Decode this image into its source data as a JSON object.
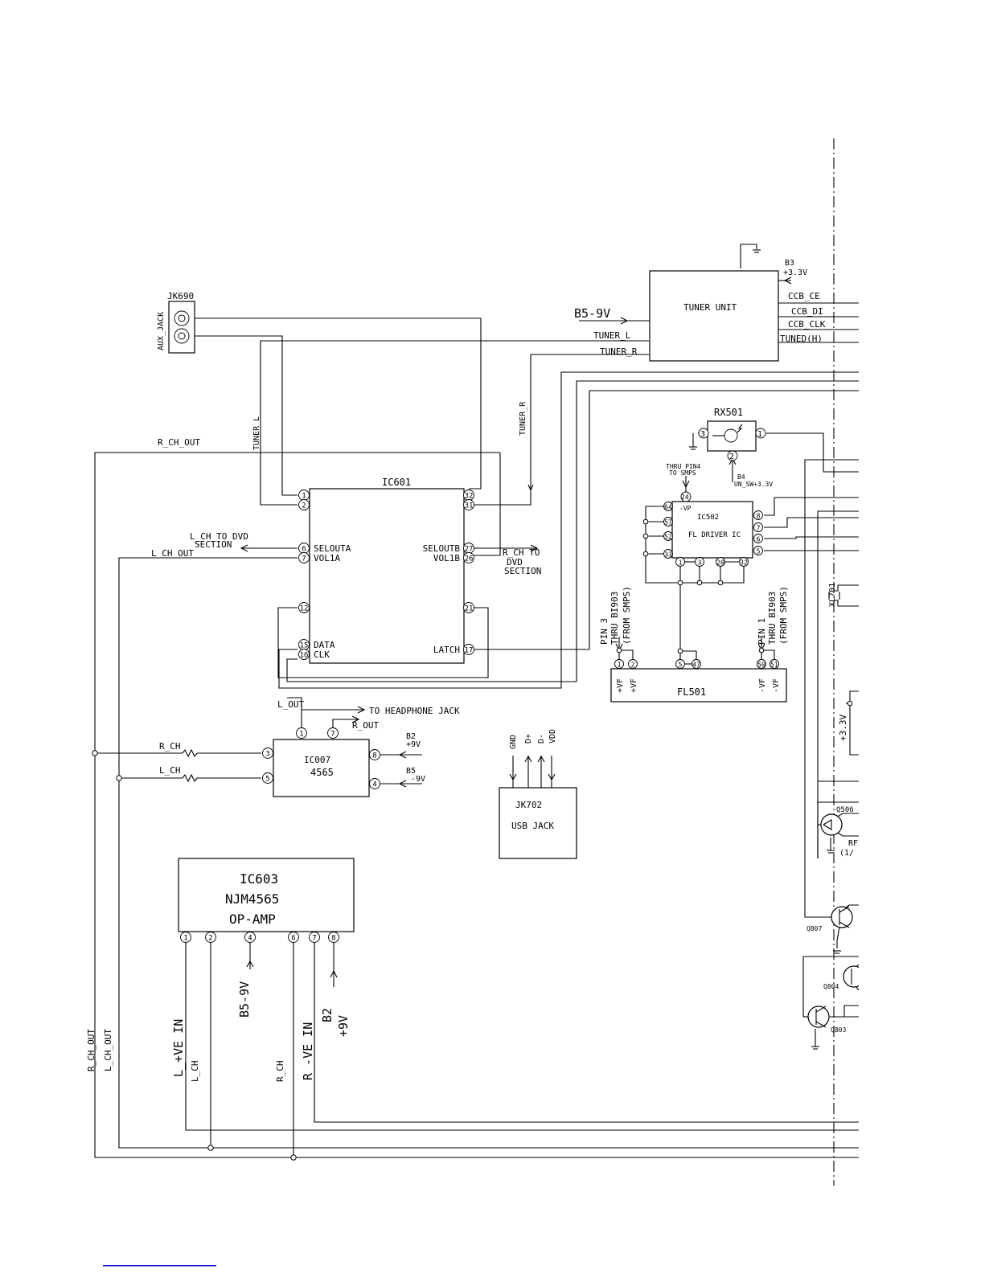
{
  "components": {
    "jk690": {
      "ref": "JK690",
      "side": "AUX_JACK"
    },
    "tuner": {
      "name": "TUNER UNIT",
      "supply_ref": "B3",
      "supply": "+3.3V",
      "input": "B5-9V",
      "signals": [
        "CCB_CE",
        "CCB_DI",
        "CCB_CLK",
        "TUNED(H)"
      ],
      "out_l": "TUNER_L",
      "out_r": "TUNER_R"
    },
    "rx501": {
      "ref": "RX501",
      "pins": [
        "3",
        "2",
        "1"
      ],
      "supply_ref": "B4",
      "supply": "UN_SW+3.3V"
    },
    "ic601": {
      "ref": "IC601",
      "left_pins": [
        {
          "n": "1",
          "label": ""
        },
        {
          "n": "2",
          "label": ""
        },
        {
          "n": "6",
          "label": "SELOUTA"
        },
        {
          "n": "7",
          "label": "VOL1A"
        },
        {
          "n": "12",
          "label": ""
        },
        {
          "n": "15",
          "label": "DATA"
        },
        {
          "n": "16",
          "label": "CLK"
        }
      ],
      "right_pins": [
        {
          "n": "32",
          "label": ""
        },
        {
          "n": "31",
          "label": ""
        },
        {
          "n": "27",
          "label": "SELOUTB"
        },
        {
          "n": "26",
          "label": "VOL1B"
        },
        {
          "n": "21",
          "label": ""
        },
        {
          "n": "17",
          "label": "LATCH"
        }
      ]
    },
    "ic502": {
      "ref": "IC502",
      "name": "FL DRIVER IC",
      "vp": "-VP",
      "thru": "THRU PIN4",
      "thru2": "TO SMPS",
      "top_pin": "24",
      "left_pins": [
        "64",
        "57",
        "52",
        "33"
      ],
      "right_pins": [
        "8",
        "7",
        "6",
        "5"
      ],
      "bottom_pins": [
        "1",
        "3",
        "20",
        "32"
      ]
    },
    "fl501": {
      "ref": "FL501",
      "pins": [
        "1",
        "2",
        "5",
        "47",
        "50",
        "51"
      ],
      "left": [
        "+VF",
        "+VF"
      ],
      "right": [
        "-VF",
        "-VF"
      ],
      "note_left": [
        "PIN 3",
        "THRU BI903",
        "(FROM SMPS)"
      ],
      "note_right": [
        "PIN 1",
        "THRU BI903",
        "(FROM SMPS)"
      ]
    },
    "ic007": {
      "ref": "IC007",
      "part": "4565",
      "pins": [
        "1",
        "7",
        "3",
        "5",
        "8",
        "4"
      ],
      "b2_ref": "B2",
      "b2": "+9V",
      "b5_ref": "B5",
      "b5": "-9V"
    },
    "jk702": {
      "ref": "JK702",
      "name": "USB JACK",
      "pins": [
        "GND",
        "D+",
        "D-",
        "VDD"
      ]
    },
    "ic603": {
      "ref": "IC603",
      "part": "NJM4565",
      "function": "OP-AMP",
      "pins": [
        "1",
        "2",
        "4",
        "6",
        "7",
        "8"
      ]
    },
    "xl701": {
      "ref": "XL701"
    },
    "transistors": [
      "Q506",
      "Q807",
      "Q804",
      "Q803"
    ],
    "cut_labels": [
      "RF",
      "(1/"
    ]
  },
  "nets": {
    "tuner_l": "TUNER_L",
    "tuner_r": "TUNER_R",
    "r_ch_out": "R_CH_OUT",
    "l_ch_out": "L_CH_OUT",
    "l_ch_to_dvd": "L_CH TO DVD",
    "section": "SECTION",
    "r_ch_to": "R_CH TO",
    "dvd": "DVD",
    "l_out": "L_OUT",
    "r_out": "R_OUT",
    "to_headphone": "TO HEADPHONE JACK",
    "r_ch": "R_CH",
    "l_ch": "L_CH",
    "l_ve_in": "L_+VE IN",
    "r_ve_in": "R_-VE IN",
    "b5_9v": "B5-9V",
    "b2": "B2",
    "plus_9v": "+9V",
    "plus_3v3": "+3.3V"
  }
}
